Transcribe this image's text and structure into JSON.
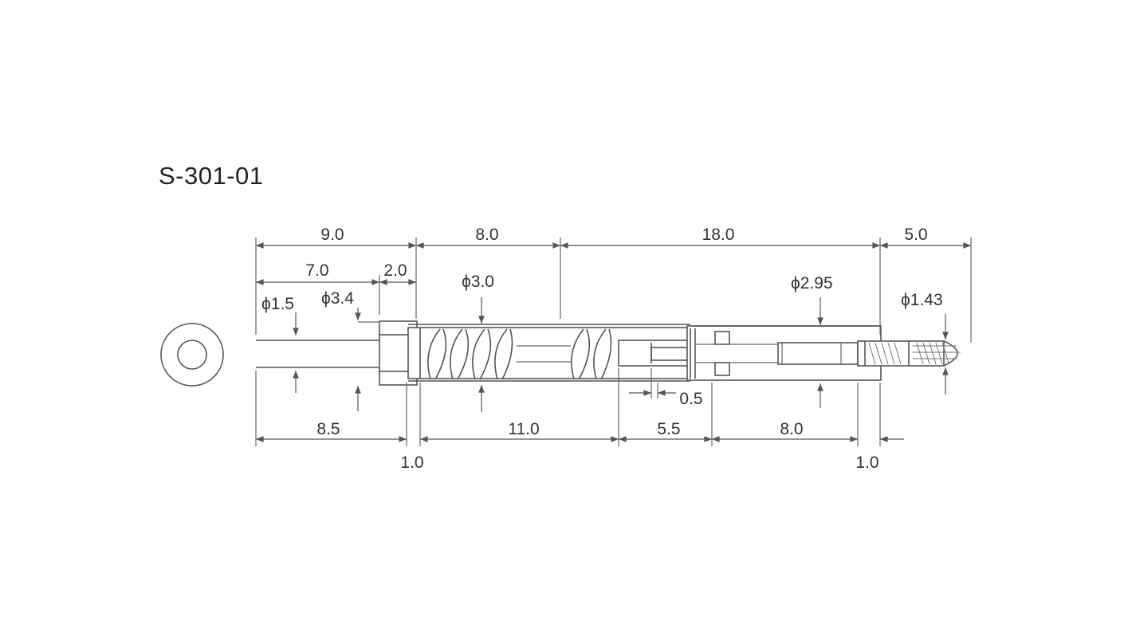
{
  "title": "S-301-01",
  "dimensions": {
    "top_row": [
      "9.0",
      "8.0",
      "18.0",
      "5.0"
    ],
    "second_row": [
      "7.0",
      "2.0"
    ],
    "bottom_row": [
      "8.5",
      "11.0",
      "5.5",
      "8.0"
    ],
    "small": [
      "1.0",
      "1.0"
    ],
    "gap": "0.5"
  },
  "diameters": {
    "wire": "ϕ1.5",
    "collar": "ϕ3.4",
    "spring": "ϕ3.0",
    "barrel": "ϕ2.95",
    "tip": "ϕ1.43"
  },
  "colors": {
    "line": "#555555",
    "background": "#ffffff",
    "text": "#333333"
  }
}
